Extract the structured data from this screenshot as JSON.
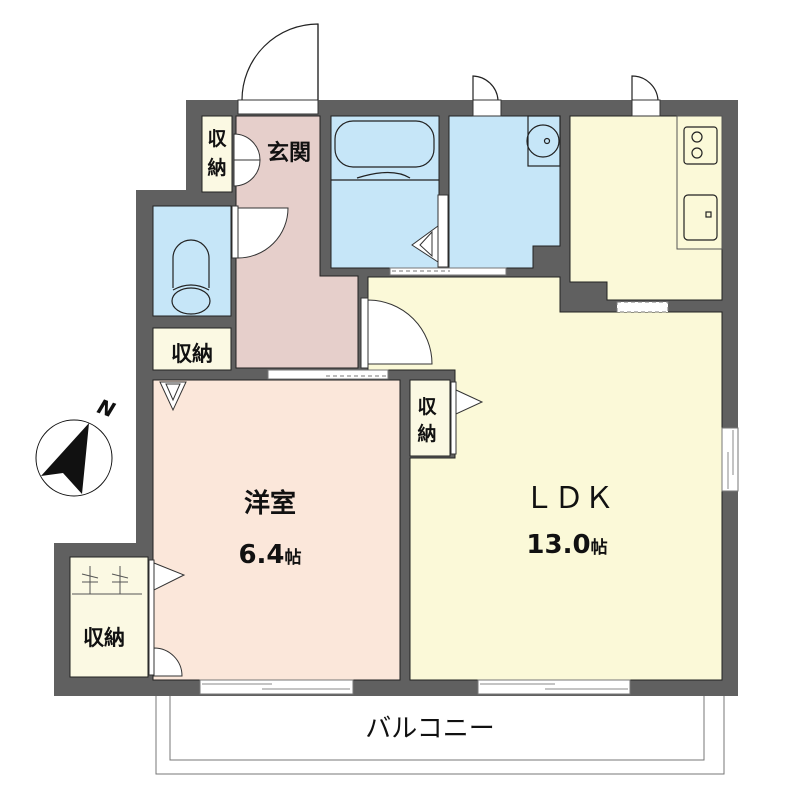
{
  "plan": {
    "colors": {
      "wall": "#606060",
      "ldk": "#fbf9d8",
      "kitchen": "#fbf9d8",
      "western_room": "#fbe7da",
      "entrance_hall": "#e6cfcb",
      "wet_area": "#c6e6f8",
      "storage": "#fbf9e3",
      "balcony": "#ffffff"
    },
    "rooms": {
      "ldk": {
        "name": "ＬＤＫ",
        "size": "13.0",
        "unit": "帖"
      },
      "western": {
        "name": "洋室",
        "size": "6.4",
        "unit": "帖"
      },
      "entrance": {
        "name": "玄関"
      },
      "storage_entrance": {
        "name_line1": "収",
        "name_line2": "納"
      },
      "storage_hall": {
        "name": "収納"
      },
      "storage_ldk": {
        "name_line1": "収",
        "name_line2": "納"
      },
      "storage_western": {
        "name": "収納"
      },
      "balcony": {
        "name": "バルコニー"
      }
    },
    "compass": {
      "label": "N",
      "icon": "north-arrow-icon"
    },
    "fixtures": [
      "bathtub",
      "washbasin",
      "toilet",
      "stove",
      "sink"
    ]
  }
}
